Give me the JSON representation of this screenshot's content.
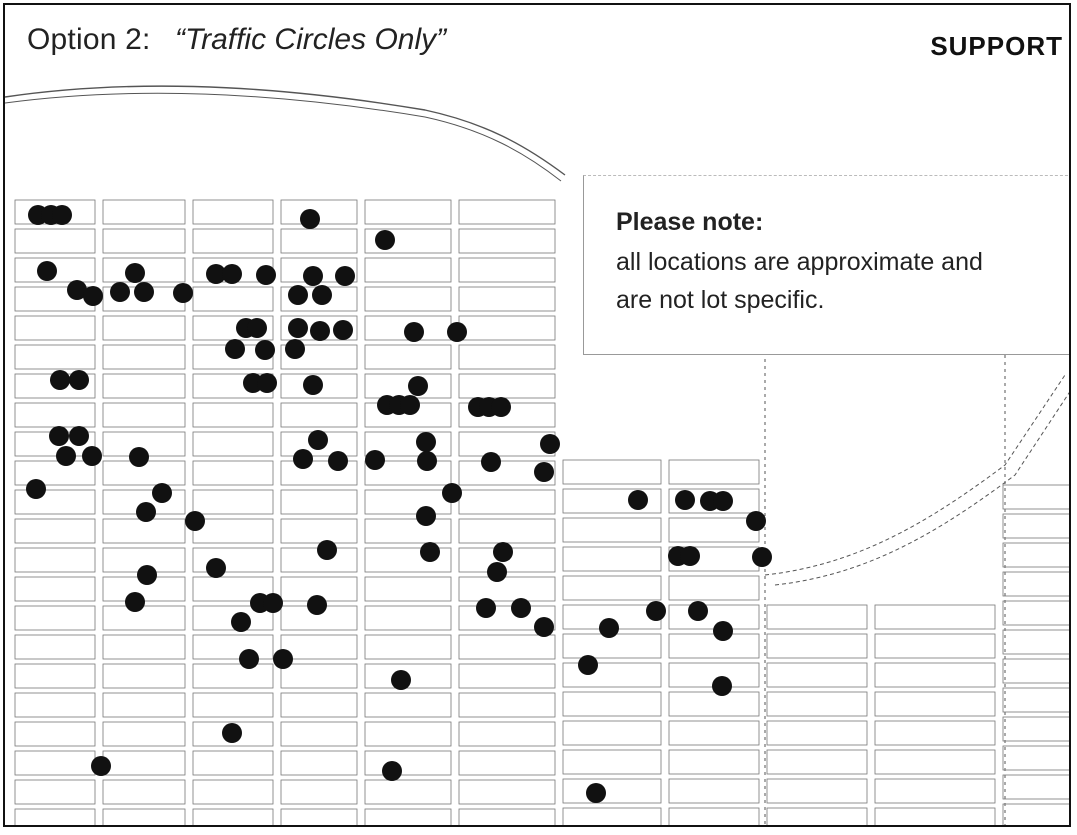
{
  "header": {
    "title_prefix": "Option 2:",
    "title_option": "“Traffic Circles Only”",
    "status": "SUPPORT"
  },
  "note": {
    "title": "Please note:",
    "line1": "all locations are approximate and",
    "line2": "are not lot specific."
  },
  "colors": {
    "marker": "#111111",
    "street_lines": "#555555",
    "background": "#ffffff"
  },
  "icons": {
    "location_marker": "filled-circle-marker"
  }
}
